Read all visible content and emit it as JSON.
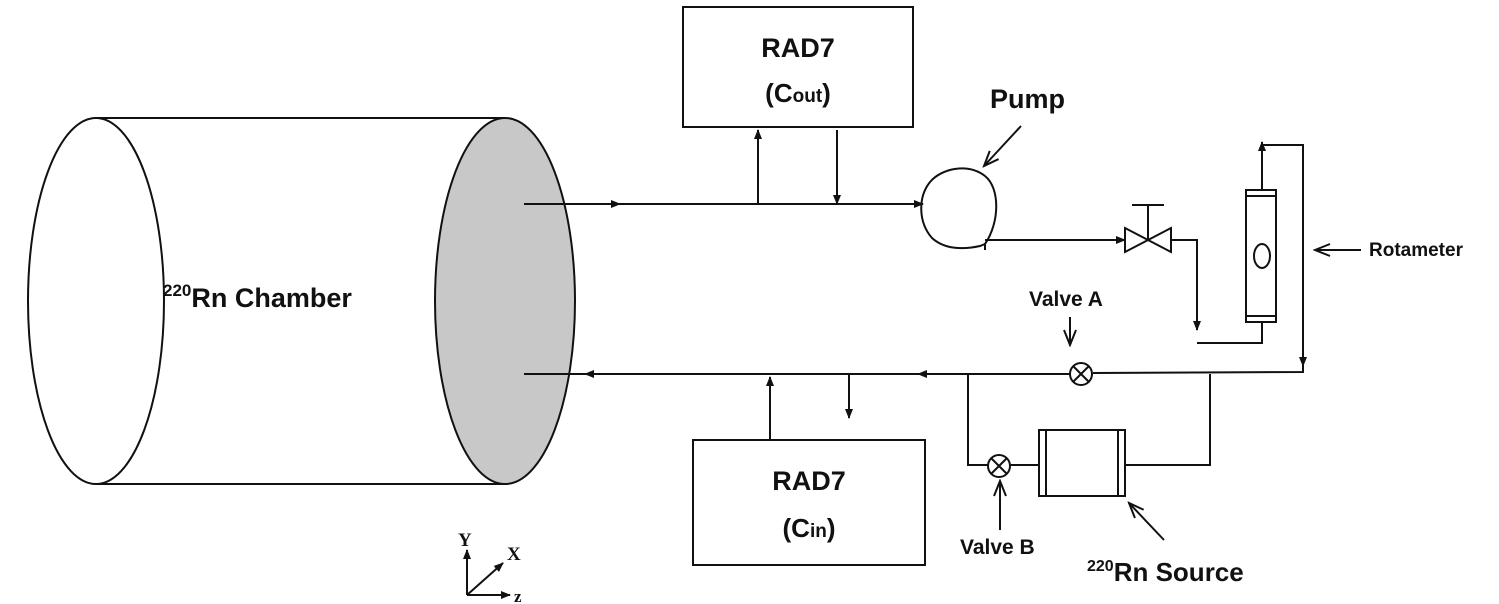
{
  "chamber": {
    "sup": "220",
    "label": "Rn Chamber",
    "face_color": "#c8c8c8"
  },
  "rad7_out": {
    "title": "RAD7",
    "open": "(",
    "sym": "C",
    "sub": "out",
    "close": ")"
  },
  "rad7_in": {
    "title": "RAD7",
    "open": "(",
    "sym": "C",
    "sub": "in",
    "close": ")"
  },
  "pump": {
    "label": "Pump"
  },
  "rotameter": {
    "label": "Rotameter"
  },
  "valve_a": {
    "label": "Valve A"
  },
  "valve_b": {
    "label": "Valve B"
  },
  "source": {
    "sup": "220",
    "label": "Rn Source"
  },
  "axes": {
    "y": "Y",
    "x": "X",
    "z": "z"
  }
}
